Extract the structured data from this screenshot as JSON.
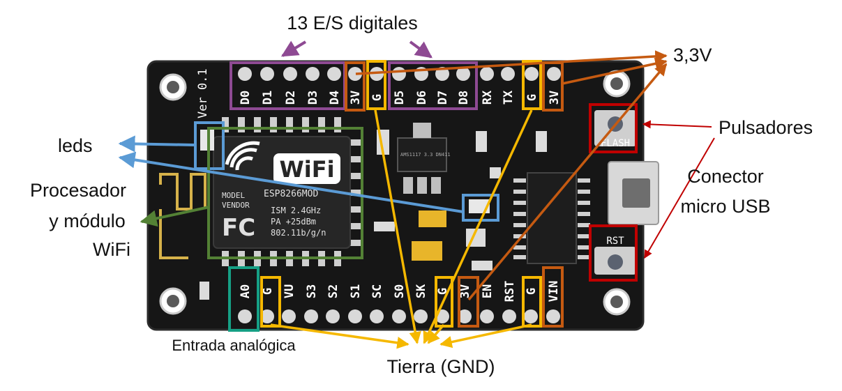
{
  "annotations": {
    "digital_io": "13 E/S digitales",
    "v33": "3,3V",
    "leds": "leds",
    "buttons": "Pulsadores",
    "usb_line1": "Conector",
    "usb_line2": "micro USB",
    "cpu_line1": "Procesador",
    "cpu_line2": "y módulo",
    "cpu_line3": "WiFi",
    "analog_in": "Entrada analógica",
    "ground": "Tierra (GND)"
  },
  "board": {
    "version": "Ver 0.1",
    "top_pins": [
      "D0",
      "D1",
      "D2",
      "D3",
      "D4",
      "3V",
      "G",
      "D5",
      "D6",
      "D7",
      "D8",
      "RX",
      "TX",
      "G",
      "3V"
    ],
    "bottom_pins": [
      "A0",
      "G",
      "VU",
      "S3",
      "S2",
      "S1",
      "SC",
      "S0",
      "SK",
      "G",
      "3V",
      "EN",
      "RST",
      "G",
      "VIN"
    ],
    "module": {
      "wifi_logo": "WiFi",
      "chip": "ESP8266MOD",
      "model": "MODEL",
      "vendor": "VENDOR",
      "fc": "FC",
      "spec1": "ISM 2.4GHz",
      "spec2": "PA   +25dBm",
      "spec3": "802.11b/g/n"
    },
    "flash_label": "FLASH",
    "rst_label": "RST",
    "regulator_label": "AMS1117 3.3 DN411"
  },
  "colors": {
    "digital": "#8E4A93",
    "ground": "#F5B800",
    "power": "#C55A11",
    "leds": "#5B9BD5",
    "cpu": "#538135",
    "buttons": "#C00000",
    "analog": "#16A085"
  }
}
